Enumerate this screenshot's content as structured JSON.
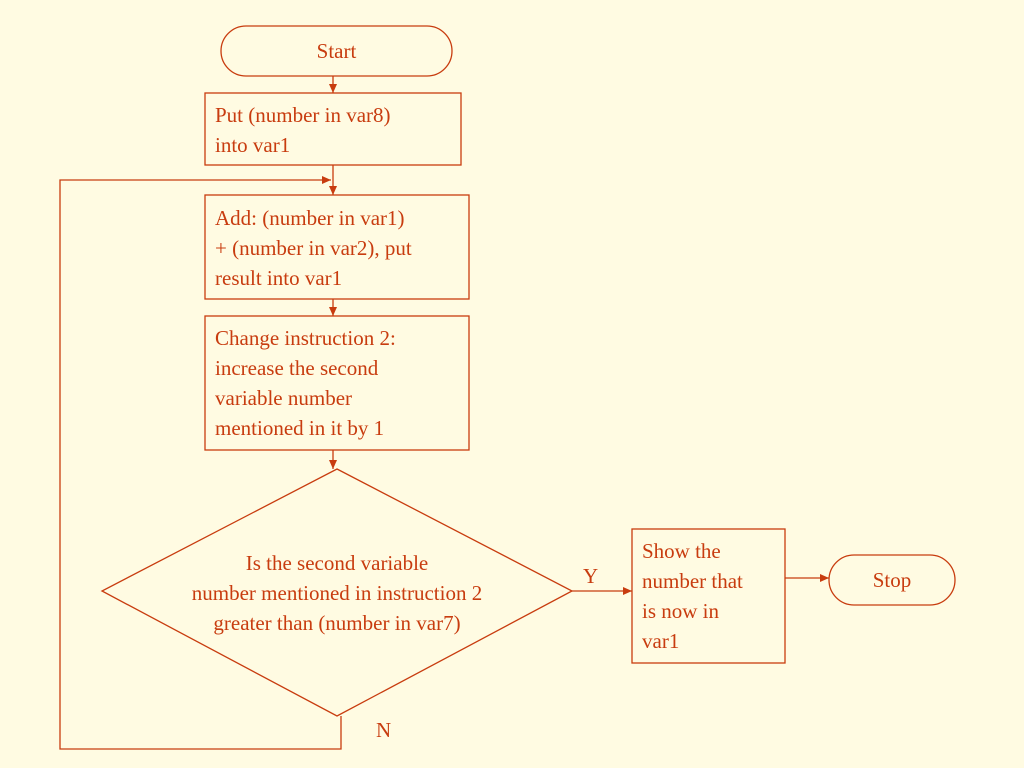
{
  "flowchart": {
    "start": "Start",
    "step1": [
      "Put (number in var8)",
      "into var1"
    ],
    "step2": [
      "Add: (number in var1)",
      "+ (number in var2), put",
      "result into var1"
    ],
    "step3": [
      "Change instruction 2:",
      "increase the second",
      "variable number",
      "mentioned in it by 1"
    ],
    "decision": [
      "Is the second variable",
      "number mentioned in instruction 2",
      "greater than (number in var7)"
    ],
    "yes_label": "Y",
    "no_label": "N",
    "output": [
      "Show the",
      "number that",
      "is now in",
      "var1"
    ],
    "stop": "Stop"
  },
  "colors": {
    "background": "#fffbe2",
    "stroke": "#c83c0f"
  }
}
